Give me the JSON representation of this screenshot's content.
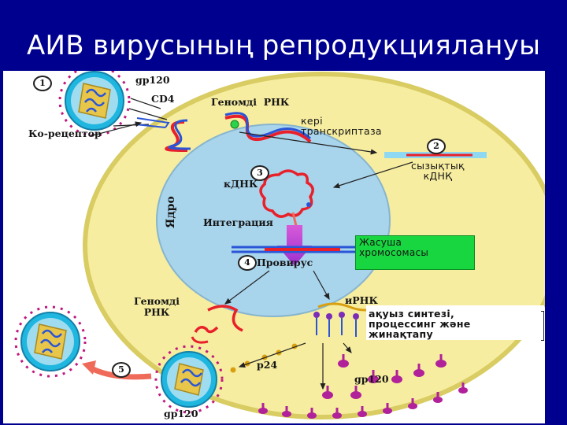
{
  "slide": {
    "title": "АИВ вирусының репродукциялануы"
  },
  "diagram": {
    "step_numbers": [
      "1",
      "2",
      "3",
      "4",
      "5"
    ],
    "labels": {
      "gp120_top": "gp120",
      "cd4": "CD4",
      "co_receptor": "Ко-рецептор",
      "genomic_rna_top": "Геномді  РНК",
      "reverse_transcriptase": [
        "кері",
        "транскриптаза"
      ],
      "linear_dna": [
        "сызықтық",
        "кДНҚ"
      ],
      "cdna": "кДНК",
      "nucleus": "Ядро",
      "integration": "Интеграция",
      "cell_chromosome": [
        "Жасуша",
        "хромосомасы"
      ],
      "provirus": "Провирус",
      "genomic_rna_bottom": [
        "Геномді",
        "РНК"
      ],
      "mrna": "иРНК",
      "protein_synthesis": [
        "ақуыз синтезі,",
        "процессинг және",
        "жинақтапу"
      ],
      "p24": "p24",
      "gp120_right": "gp120",
      "gp120_bottom": "gp120"
    }
  },
  "colors": {
    "background": "#00008f",
    "cell": "#f7eda0",
    "cell_border": "#d8cc62",
    "nucleus": "#a8d4ec",
    "virus_spike": "#c0187e",
    "virus_shell": "#1fb6df",
    "rna_red": "#e8202a",
    "rna_blue": "#2a55d6",
    "box_green": "#17d640"
  },
  "icons": {
    "virus": "hiv-virion-icon",
    "protein": "receptor-protein-icon"
  }
}
